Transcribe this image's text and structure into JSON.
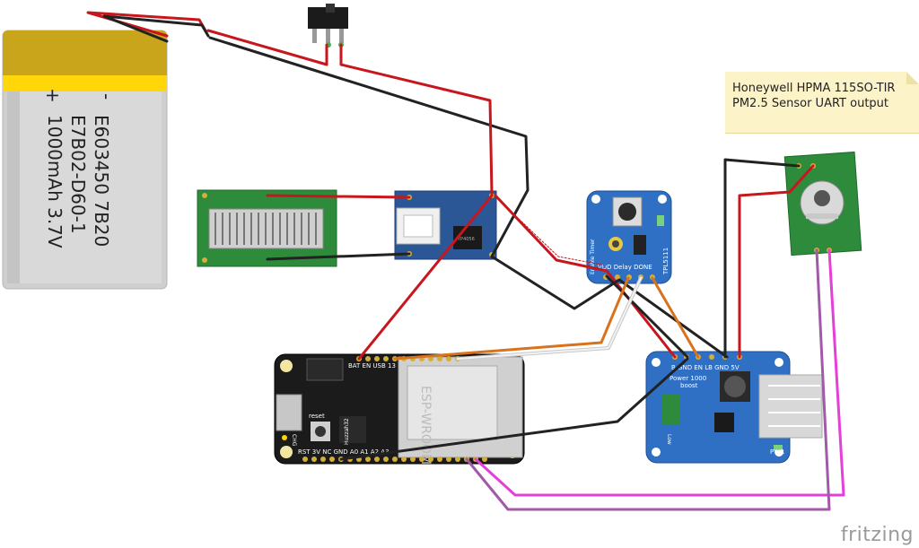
{
  "note": {
    "line1": "Honeywell HPMA 115SO-TIR",
    "line2": "PM2.5 Sensor UART output"
  },
  "battery": {
    "minus": "-",
    "plus": "+",
    "line1": "E603450 7B20",
    "line2": "E7B02-D60-1",
    "line3": "1000mAh 3.7V"
  },
  "feather": {
    "top_labels": "BAT EN USB 13",
    "bottom_labels": "RST 3V NC GND A0 A1 A2 A3",
    "reset": "reset",
    "chg": "CHG",
    "huzzah": "Huzzah32",
    "module": "ESP-WROOM"
  },
  "timer": {
    "labels": "VDD Delay DONE",
    "side": "Enable Timer",
    "model": "TPL5111"
  },
  "booster": {
    "labels": "B GND EN LB GND 5V",
    "title": "Power 1000",
    "boost": "boost",
    "pwr": "PWR",
    "low": "Low"
  },
  "charger": {
    "label": "TP4056"
  },
  "brand": "fritzing",
  "wire_colors": {
    "power": "#c8161d",
    "ground": "#222222",
    "signal_orange": "#d8731c",
    "signal_white": "#f2f2f2",
    "uart_magenta": "#e43fd6",
    "uart_purple": "#a05aa8"
  }
}
